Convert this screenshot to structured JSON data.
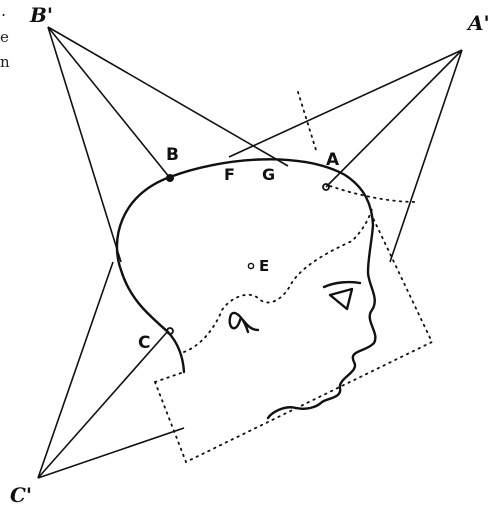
{
  "points": {
    "A_prime": "A'",
    "B_prime": "B'",
    "C_prime": "C'",
    "A": "A",
    "B": "B",
    "C": "C",
    "F": "F",
    "G": "G",
    "E": "E"
  },
  "fragments": {
    "top_punct": ".",
    "line_e": "e",
    "line_n": "n"
  },
  "colors": {
    "ink": "#111111",
    "paper": "#ffffff"
  }
}
